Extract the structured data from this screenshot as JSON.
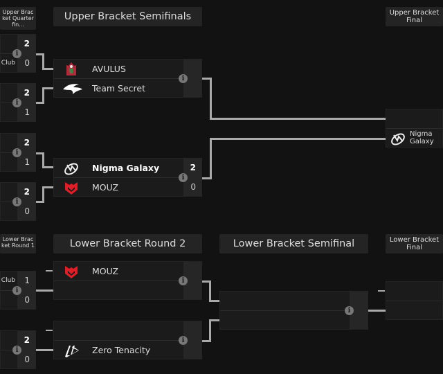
{
  "headers": {
    "ub_quarter": "Upper Bracket Quarterfin...",
    "ub_semi": "Upper Bracket Semifinals",
    "ub_final": "Upper Bracket Final",
    "lb_r1": "Lower Bracket Round 1",
    "lb_r2": "Lower Bracket Round 2",
    "lb_semi": "Lower Bracket Semifinal",
    "lb_final": "Lower Bracket Final"
  },
  "ub_quarter": [
    {
      "team1": "",
      "team2": "Club",
      "score1": "2",
      "score2": "0"
    },
    {
      "team1": "",
      "team2": "",
      "score1": "2",
      "score2": "1"
    },
    {
      "team1": "",
      "team2": "",
      "score1": "2",
      "score2": "1"
    },
    {
      "team1": "",
      "team2": "",
      "score1": "2",
      "score2": "0"
    }
  ],
  "ub_semi": [
    {
      "team1": "AVULUS",
      "team2": "Team Secret",
      "score1": "",
      "score2": ""
    },
    {
      "team1": "Nigma Galaxy",
      "team2": "MOUZ",
      "score1": "2",
      "score2": "0"
    }
  ],
  "ub_final": {
    "team1": "",
    "team2": "Nigma Galaxy"
  },
  "lb_r1": [
    {
      "team1": "Club",
      "team2": "",
      "score1": "1",
      "score2": "0"
    },
    {
      "team1": "",
      "team2": "",
      "score1": "2",
      "score2": "0"
    }
  ],
  "lb_r2": [
    {
      "team1": "MOUZ",
      "team2": ""
    },
    {
      "team1": "",
      "team2": "Zero Tenacity"
    }
  ],
  "info_icon": "i",
  "icons": [
    "info-icon",
    "avulus-logo",
    "team-secret-logo",
    "nigma-galaxy-logo",
    "mouz-logo",
    "zero-tenacity-logo"
  ],
  "colors": {
    "background": "#121212",
    "mouz": "#e01e28",
    "connector": "#aaaaaa"
  }
}
